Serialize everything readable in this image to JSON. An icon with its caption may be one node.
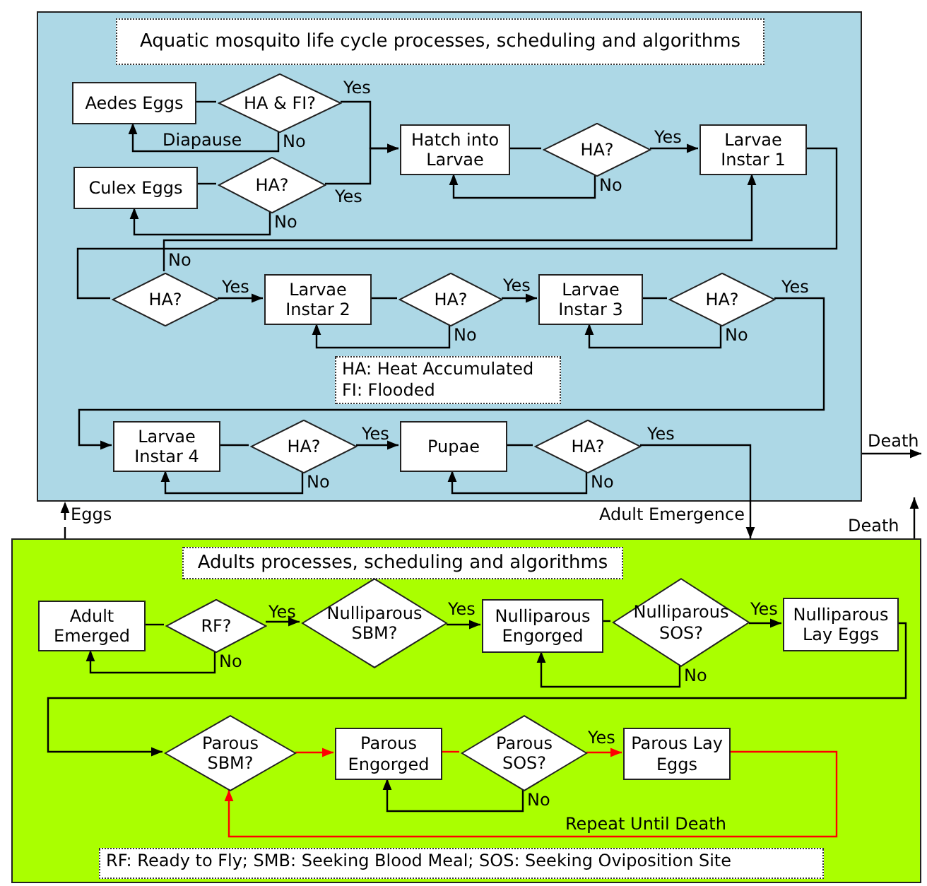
{
  "diagram": {
    "nodes": [
      {
        "text": [
          "Aquatic mosquito life cycle processes, scheduling and algorithms"
        ]
      },
      {
        "text": [
          "Aedes Eggs"
        ],
        "in": 0
      },
      {
        "text": [
          "HA & FI?"
        ],
        "in": 0
      },
      {
        "text": [
          "Culex Eggs"
        ],
        "in": 0
      },
      {
        "text": [
          "HA?"
        ],
        "in": 0
      },
      {
        "text": [
          "Hatch into Larvae"
        ],
        "in": 0
      },
      {
        "text": [
          "HA?"
        ],
        "in": 0
      },
      {
        "text": [
          "Larvae Instar 1"
        ],
        "in": 0
      },
      {
        "text": [
          "HA?"
        ],
        "in": 0
      },
      {
        "text": [
          "Larvae Instar 2"
        ],
        "in": 0
      },
      {
        "text": [
          "HA?"
        ],
        "in": 0
      },
      {
        "text": [
          "Larvae Instar 3"
        ],
        "in": 0
      },
      {
        "text": [
          "HA?"
        ],
        "in": 0
      },
      {
        "text": [
          "Larvae Instar 4"
        ],
        "in": 0
      },
      {
        "text": [
          "HA?"
        ],
        "in": 0
      },
      {
        "text": [
          "Pupae"
        ],
        "in": 0
      },
      {
        "text": [
          "HA?"
        ],
        "in": 0
      },
      {
        "text": [
          "Adults processes, scheduling and algorithms"
        ]
      },
      {
        "text": [
          "Adult Emerged"
        ],
        "in": 17
      },
      {
        "text": [
          "RF?"
        ],
        "in": 17
      },
      {
        "text": [
          "Nulliparous SBM?"
        ],
        "in": 17
      },
      {
        "text": [
          "Nulliparous Engorged"
        ],
        "in": 17
      },
      {
        "text": [
          "Nulliparous SOS?"
        ],
        "in": 17
      },
      {
        "text": [
          "Nulliparous Lay Eggs"
        ],
        "in": 17
      },
      {
        "text": [
          "Parous SBM?"
        ],
        "in": 17
      },
      {
        "text": [
          "Parous Engorged"
        ],
        "in": 17
      },
      {
        "text": [
          "Parous SOS?"
        ],
        "in": 17
      },
      {
        "text": [
          "Parous Lay Eggs"
        ],
        "in": 17
      }
    ],
    "edges": [
      {
        "from": 1,
        "to": 2,
        "arrow": "none"
      },
      {
        "from": 2,
        "to": 5,
        "label": "Yes",
        "arrow": "to"
      },
      {
        "from": 2,
        "to": 1,
        "label": "No",
        "arrow": "to"
      },
      {
        "from": 3,
        "to": 4,
        "arrow": "none"
      },
      {
        "from": 4,
        "to": 5,
        "label": "Yes",
        "arrow": "to"
      },
      {
        "from": 4,
        "to": 3,
        "label": "No",
        "arrow": "to"
      },
      {
        "from": 5,
        "to": 6,
        "arrow": "none"
      },
      {
        "from": 6,
        "to": 7,
        "label": "Yes",
        "arrow": "to"
      },
      {
        "from": 6,
        "to": 5,
        "label": "No",
        "arrow": "to"
      },
      {
        "from": 7,
        "to": 8,
        "arrow": "none"
      },
      {
        "from": 8,
        "to": 9,
        "label": "Yes",
        "arrow": "to"
      },
      {
        "from": 8,
        "to": 7,
        "label": "No",
        "arrow": "to"
      },
      {
        "from": 9,
        "to": 10,
        "arrow": "none"
      },
      {
        "from": 10,
        "to": 11,
        "label": "Yes",
        "arrow": "to"
      },
      {
        "from": 10,
        "to": 9,
        "label": "No",
        "arrow": "to"
      },
      {
        "from": 11,
        "to": 12,
        "arrow": "none"
      },
      {
        "from": 12,
        "to": 13,
        "label": "Yes",
        "arrow": "to"
      },
      {
        "from": 12,
        "to": 11,
        "label": "No",
        "arrow": "to"
      },
      {
        "from": 13,
        "to": 14,
        "arrow": "none"
      },
      {
        "from": 14,
        "to": 15,
        "label": "Yes",
        "arrow": "to"
      },
      {
        "from": 14,
        "to": 13,
        "label": "No",
        "arrow": "to"
      },
      {
        "from": 15,
        "to": 16,
        "arrow": "none"
      },
      {
        "from": 16,
        "to": 17,
        "label": "Yes",
        "arrow": "to"
      },
      {
        "from": 16,
        "to": 15,
        "label": "No",
        "arrow": "to"
      },
      {
        "from": 0,
        "to": null,
        "label": "Death",
        "arrow": "to"
      },
      {
        "from": 17,
        "to": null,
        "label": "Death",
        "arrow": "to"
      },
      {
        "from": 17,
        "to": 0,
        "label": "Eggs",
        "arrow": "to",
        "style": "dashed"
      },
      {
        "from": 18,
        "to": 19,
        "arrow": "none"
      },
      {
        "from": 19,
        "to": 20,
        "label": "Yes",
        "arrow": "to"
      },
      {
        "from": 19,
        "to": 18,
        "label": "No",
        "arrow": "to"
      },
      {
        "from": 20,
        "to": 21,
        "label": "Yes",
        "arrow": "to"
      },
      {
        "from": 21,
        "to": 22,
        "arrow": "none"
      },
      {
        "from": 22,
        "to": 23,
        "label": "Yes",
        "arrow": "to"
      },
      {
        "from": 22,
        "to": 21,
        "label": "No",
        "arrow": "to"
      },
      {
        "from": 23,
        "to": 24,
        "arrow": "to"
      },
      {
        "from": 24,
        "to": 25,
        "arrow": "to",
        "color": "#ff0000"
      },
      {
        "from": 25,
        "to": 26,
        "arrow": "none",
        "color": "#ff0000"
      },
      {
        "from": 26,
        "to": 27,
        "label": "Yes",
        "arrow": "to",
        "color": "#ff0000"
      },
      {
        "from": 26,
        "to": 25,
        "label": "No",
        "arrow": "to"
      },
      {
        "from": 27,
        "to": 24,
        "label": "Repeat Until Death",
        "arrow": "to",
        "color": "#ff0000"
      }
    ],
    "labels": [
      "Diapause",
      "HA: Heat Accumulated",
      "FI: Flooded",
      "Adult Emergence",
      "RF: Ready to Fly; SMB: Seeking Blood Meal; SOS: Seeking Oviposition Site"
    ]
  }
}
